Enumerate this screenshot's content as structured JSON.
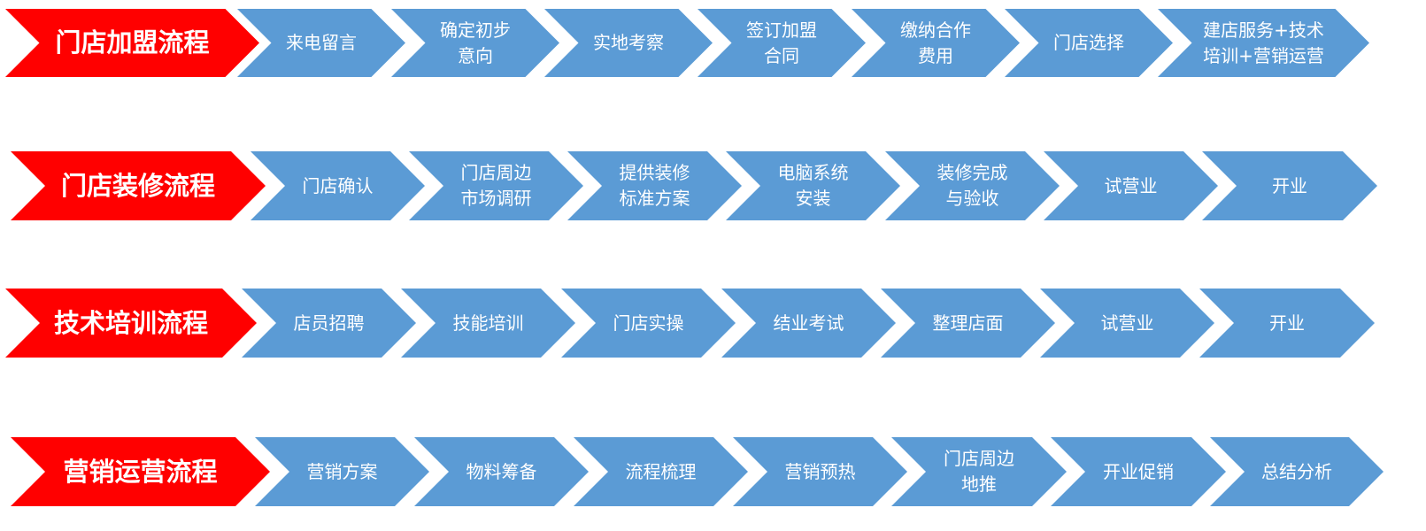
{
  "colors": {
    "header": "#ff0000",
    "step": "#5b9bd5",
    "text": "#ffffff"
  },
  "flows": [
    {
      "title": "门店加盟流程",
      "steps": [
        "来电留言",
        "确定初步\n意向",
        "实地考察",
        "签订加盟\n合同",
        "缴纳合作\n费用",
        "门店选择",
        "建店服务+技术\n培训+营销运营"
      ]
    },
    {
      "title": "门店装修流程",
      "steps": [
        "门店确认",
        "门店周边\n市场调研",
        "提供装修\n标准方案",
        "电脑系统\n安装",
        "装修完成\n与验收",
        "试营业",
        "开业"
      ]
    },
    {
      "title": "技术培训流程",
      "steps": [
        "店员招聘",
        "技能培训",
        "门店实操",
        "结业考试",
        "整理店面",
        "试营业",
        "开业"
      ]
    },
    {
      "title": "营销运营流程",
      "steps": [
        "营销方案",
        "物料筹备",
        "流程梳理",
        "营销预热",
        "门店周边\n地推",
        "开业促销",
        "总结分析"
      ]
    }
  ]
}
